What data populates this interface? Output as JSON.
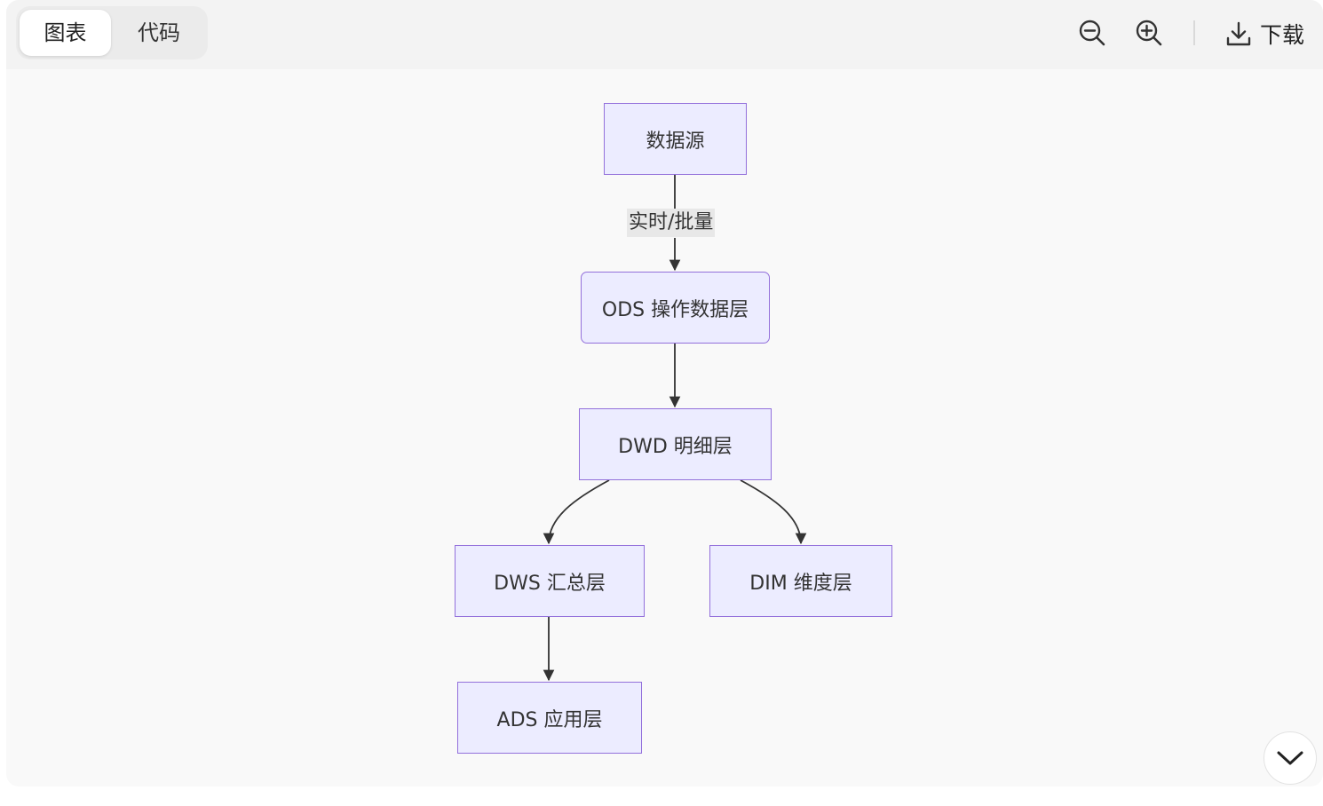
{
  "toolbar": {
    "tabs": [
      {
        "label": "图表",
        "active": true
      },
      {
        "label": "代码",
        "active": false
      }
    ],
    "zoom_out_icon": "zoom-out-icon",
    "zoom_in_icon": "zoom-in-icon",
    "download_icon": "download-icon",
    "download_label": "下载"
  },
  "diagram": {
    "type": "flowchart-top-down",
    "node_fill": "#ECECFF",
    "node_stroke": "#9370DB",
    "edge_color": "#333333",
    "nodes": {
      "source": "数据源",
      "ods": "ODS 操作数据层",
      "dwd": "DWD 明细层",
      "dws": "DWS 汇总层",
      "dim": "DIM 维度层",
      "ads": "ADS 应用层"
    },
    "edges": [
      {
        "from": "source",
        "to": "ods",
        "label": "实时/批量"
      },
      {
        "from": "ods",
        "to": "dwd",
        "label": ""
      },
      {
        "from": "dwd",
        "to": "dws",
        "label": ""
      },
      {
        "from": "dwd",
        "to": "dim",
        "label": ""
      },
      {
        "from": "dws",
        "to": "ads",
        "label": ""
      }
    ]
  },
  "collapse_icon": "chevron-down-icon"
}
